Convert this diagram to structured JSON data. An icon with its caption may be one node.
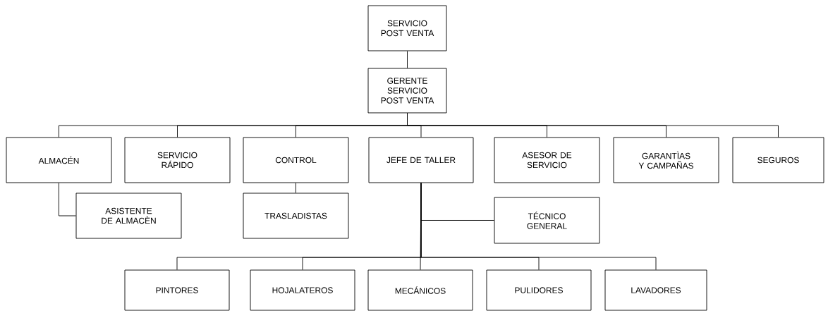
{
  "diagram": {
    "nodes": [
      {
        "text": [
          "SERVICIO POST VENTA"
        ]
      },
      {
        "text": [
          "GERENTE SERVICIO POST VENTA"
        ]
      },
      {
        "text": [
          "ALMACÉN"
        ]
      },
      {
        "text": [
          "SERVICIO RÁPIDO"
        ]
      },
      {
        "text": [
          "CONTROL"
        ]
      },
      {
        "text": [
          "JEFE DE TALLER"
        ]
      },
      {
        "text": [
          "ASESOR DE SERVICIO"
        ]
      },
      {
        "text": [
          "GARANTÌAS Y CAMPAÑAS"
        ]
      },
      {
        "text": [
          "SEGUROS"
        ]
      },
      {
        "text": [
          "ASISTENTE DE ALMACÈN"
        ]
      },
      {
        "text": [
          "TRASLADISTAS"
        ]
      },
      {
        "text": [
          "TÉCNICO GENERAL"
        ]
      },
      {
        "text": [
          "PINTORES"
        ]
      },
      {
        "text": [
          "HOJALATEROS"
        ]
      },
      {
        "text": [
          "MECÁNICOS"
        ]
      },
      {
        "text": [
          "PULIDORES"
        ]
      },
      {
        "text": [
          "LAVADORES"
        ]
      }
    ],
    "edges": [
      {
        "from": 0,
        "to": 1,
        "arrow": "none"
      },
      {
        "from": 1,
        "to": 2,
        "arrow": "none"
      },
      {
        "from": 1,
        "to": 3,
        "arrow": "none"
      },
      {
        "from": 1,
        "to": 4,
        "arrow": "none"
      },
      {
        "from": 1,
        "to": 5,
        "arrow": "none"
      },
      {
        "from": 1,
        "to": 6,
        "arrow": "none"
      },
      {
        "from": 1,
        "to": 7,
        "arrow": "none"
      },
      {
        "from": 1,
        "to": 8,
        "arrow": "none"
      },
      {
        "from": 2,
        "to": 9,
        "arrow": "none"
      },
      {
        "from": 4,
        "to": 10,
        "arrow": "none"
      },
      {
        "from": 5,
        "to": 11,
        "arrow": "none"
      },
      {
        "from": 5,
        "to": 12,
        "arrow": "none"
      },
      {
        "from": 5,
        "to": 13,
        "arrow": "none"
      },
      {
        "from": 5,
        "to": 14,
        "arrow": "none"
      },
      {
        "from": 5,
        "to": 15,
        "arrow": "none"
      },
      {
        "from": 5,
        "to": 16,
        "arrow": "none"
      }
    ]
  }
}
